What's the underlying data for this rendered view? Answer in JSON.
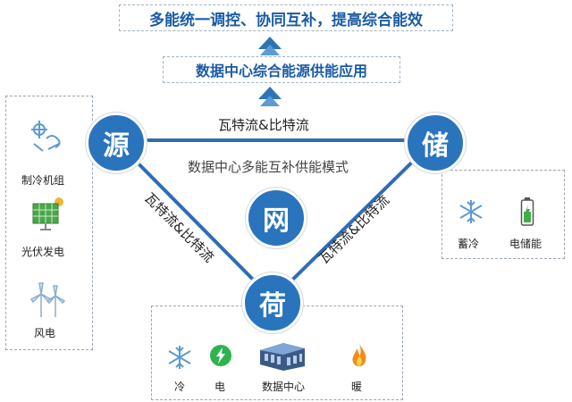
{
  "top_goal": "多能统一调控、协同互补，提高综合能效",
  "application": "数据中心综合能源供能应用",
  "mode_title": "数据中心多能互补供能模式",
  "nodes": {
    "source": "源",
    "storage": "储",
    "grid": "网",
    "load": "荷"
  },
  "flows": {
    "top": "瓦特流&比特流",
    "left": "瓦特流&比特流",
    "right": "瓦特流&比特流"
  },
  "source_panel": {
    "items": [
      {
        "label": "制冷机组",
        "icon": "chiller-icon"
      },
      {
        "label": "光伏发电",
        "icon": "solar-panel-icon"
      },
      {
        "label": "风电",
        "icon": "wind-turbine-icon"
      }
    ]
  },
  "storage_panel": {
    "items": [
      {
        "label": "蓄冷",
        "icon": "snowflake-icon"
      },
      {
        "label": "电储能",
        "icon": "battery-icon"
      }
    ]
  },
  "load_panel": {
    "items": [
      {
        "label": "冷",
        "icon": "snowflake-icon"
      },
      {
        "label": "电",
        "icon": "lightning-icon"
      },
      {
        "label": "数据中心",
        "icon": "datacenter-icon"
      },
      {
        "label": "暖",
        "icon": "flame-icon"
      }
    ]
  },
  "colors": {
    "accent": "#2a74bd",
    "title": "#1a5ba6",
    "line": "#2e6db4"
  }
}
